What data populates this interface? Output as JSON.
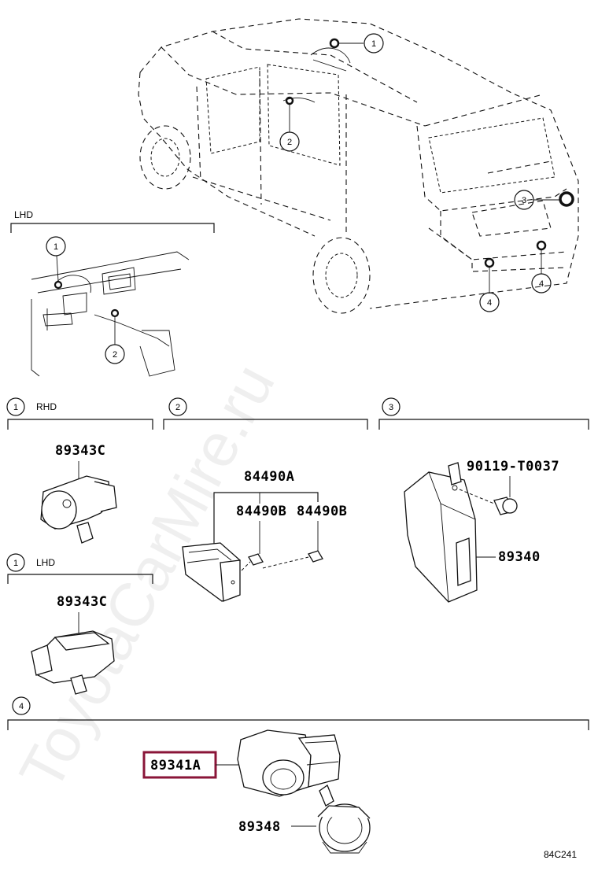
{
  "watermark": "ToyotaCarMire.ru",
  "diagram_code": "84C241",
  "callouts": {
    "c1": "1",
    "c2": "2",
    "c3": "3",
    "c4": "4"
  },
  "lhd_inset": {
    "label": "LHD",
    "callout1": "1",
    "callout2": "2"
  },
  "sections": [
    {
      "number": "1",
      "label": "RHD"
    },
    {
      "number": "2",
      "label": ""
    },
    {
      "number": "3",
      "label": ""
    },
    {
      "number": "1",
      "label": "LHD"
    },
    {
      "number": "4",
      "label": ""
    }
  ],
  "parts": {
    "p_89343c_rhd": "89343C",
    "p_84490a": "84490A",
    "p_84490b_1": "84490B",
    "p_84490b_2": "84490B",
    "p_90119": "90119-T0037",
    "p_89340": "89340",
    "p_89343c_lhd": "89343C",
    "p_89341a": "89341A",
    "p_89348": "89348"
  },
  "highlight_color": "#8a1538"
}
